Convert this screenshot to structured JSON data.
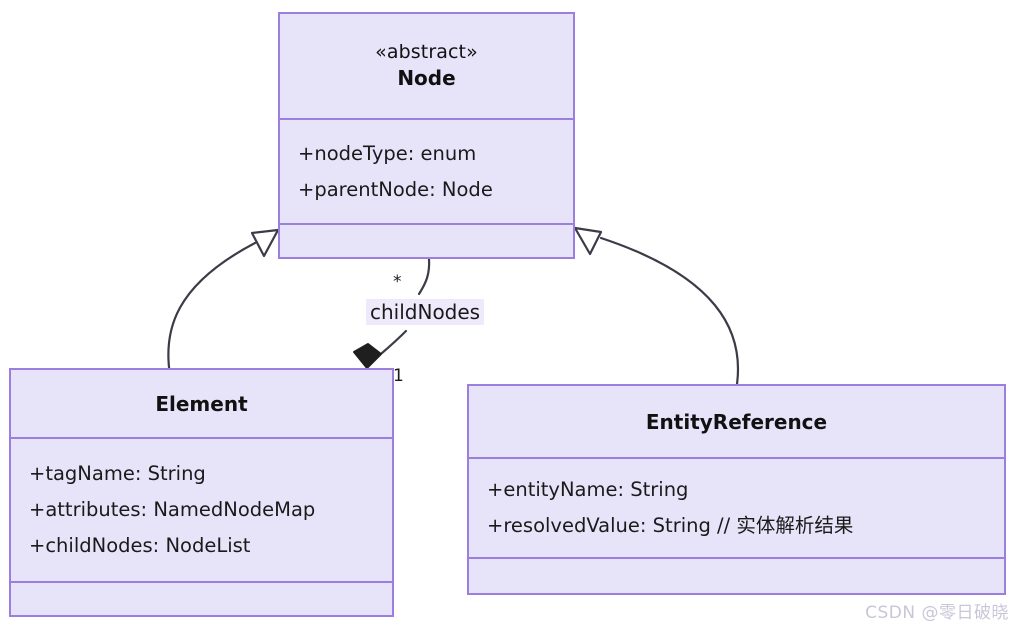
{
  "diagram": {
    "type": "uml-class-diagram",
    "background": "#ffffff",
    "class_fill": "#e7e4fa",
    "class_border": "#9b7ee0",
    "edge_color": "#3c3c48",
    "classes": [
      {
        "id": "node",
        "stereotype": "«abstract»",
        "name": "Node",
        "attributes": [
          "+nodeType: enum",
          "+parentNode: Node"
        ],
        "operations": []
      },
      {
        "id": "element",
        "stereotype": "",
        "name": "Element",
        "attributes": [
          "+tagName: String",
          "+attributes: NamedNodeMap",
          "+childNodes: NodeList"
        ],
        "operations": []
      },
      {
        "id": "entityreference",
        "stereotype": "",
        "name": "EntityReference",
        "attributes": [
          "+entityName: String",
          "+resolvedValue: String // 实体解析结果"
        ],
        "operations": []
      }
    ],
    "relations": [
      {
        "id": "element-inherits-node",
        "kind": "generalization",
        "from": "Element",
        "to": "Node",
        "arrowhead": "hollow-triangle"
      },
      {
        "id": "entityreference-inherits-node",
        "kind": "generalization",
        "from": "EntityReference",
        "to": "Node",
        "arrowhead": "hollow-triangle"
      },
      {
        "id": "node-composes-element",
        "kind": "composition",
        "from": "Node",
        "to": "Element",
        "label": "childNodes",
        "source_multiplicity": "*",
        "target_multiplicity": "1",
        "arrowhead": "filled-diamond"
      }
    ]
  },
  "labels": {
    "childNodes": "childNodes",
    "star": "*",
    "one": "1"
  },
  "watermark": {
    "text": "CSDN @零日破晓"
  }
}
